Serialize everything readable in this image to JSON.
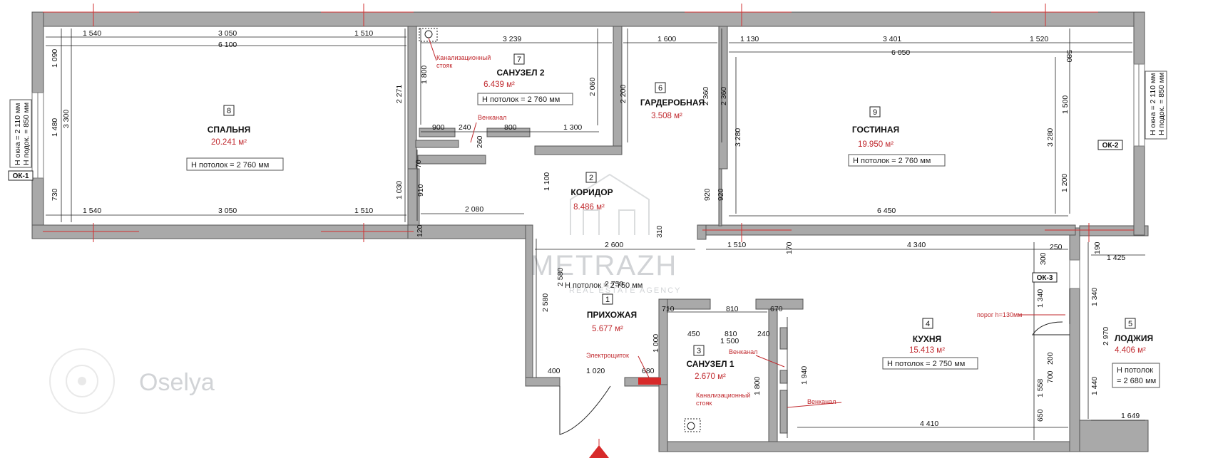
{
  "rooms": [
    {
      "number": "8",
      "name": "СПАЛЬНЯ",
      "area": "20.241 м²",
      "ceiling": "Н потолок = 2 760 мм"
    },
    {
      "number": "7",
      "name": "САНУЗЕЛ 2",
      "area": "6.439 м²",
      "ceiling": "Н потолок = 2 760 мм"
    },
    {
      "number": "6",
      "name": "ГАРДЕРОБНАЯ",
      "area": "3.508 м²"
    },
    {
      "number": "9",
      "name": "ГОСТИНАЯ",
      "area": "19.950 м²",
      "ceiling": "Н потолок = 2 760 мм"
    },
    {
      "number": "2",
      "name": "КОРИДОР",
      "area": "8.486 м²"
    },
    {
      "number": "1",
      "name": "ПРИХОЖАЯ",
      "area": "5.677 м²",
      "ceiling": "Н потолок = 2 750 мм"
    },
    {
      "number": "3",
      "name": "САНУЗЕЛ 1",
      "area": "2.670 м²"
    },
    {
      "number": "4",
      "name": "КУХНЯ",
      "area": "15.413 м²",
      "ceiling": "Н потолок = 2 750 мм"
    },
    {
      "number": "5",
      "name": "ЛОДЖИЯ",
      "area": "4.406 м²",
      "ceiling_line1": "Н потолок",
      "ceiling_line2": "= 2 680 мм"
    }
  ],
  "notes": {
    "stoyak_top_l1": "Канализационный",
    "stoyak_top_l2": "стояк",
    "venkanal_top": "Венканал",
    "venkanal_s1": "Венканал",
    "venkanal_kitchen": "Венканал",
    "stoyak_s1_l1": "Канализационный",
    "stoyak_s1_l2": "стояк",
    "elektroshitok": "Электрощиток",
    "porog": "порог h=130мм"
  },
  "windows": {
    "ok1": "ОК-1",
    "ok2": "ОК-2",
    "ok3": "ОК-3",
    "ok1_h1": "Н окна = 2 110 мм",
    "ok1_h2": "Н подок. = 850 мм",
    "ok2_h1": "Н окна = 2 110 мм",
    "ok2_h2": "Н подок. = 850 мм"
  },
  "dimensions": [
    "1 540",
    "3 050",
    "1 510",
    "6 100",
    "3 239",
    "1 600",
    "1 130",
    "3 401",
    "1 520",
    "6 050",
    "580",
    "1 090",
    "3 300",
    "1 480",
    "730",
    "1 800",
    "2 271",
    "2 060",
    "2 200",
    "2 360",
    "2 360",
    "1 500",
    "3 280",
    "3 280",
    "1 200",
    "900",
    "240",
    "800",
    "1 300",
    "260",
    "70",
    "910",
    "1 030",
    "1 100",
    "920",
    "920",
    "1 540",
    "3 050",
    "1 510",
    "2 080",
    "6 450",
    "120",
    "310",
    "2 600",
    "1 510",
    "170",
    "4 340",
    "300",
    "250",
    "190",
    "1 425",
    "2 580",
    "2 580",
    "2 750",
    "710",
    "810",
    "670",
    "450",
    "810",
    "240",
    "1 500",
    "1 000",
    "1 940",
    "1 800",
    "400",
    "1 020",
    "680",
    "1 340",
    "1 340",
    "2 970",
    "200",
    "700",
    "1 558",
    "650",
    "1 440",
    "4 410",
    "1 649"
  ],
  "watermark": {
    "brand": "METRAZH",
    "sub": "REAL ESTATE AGENCY",
    "logo2": "Oselya"
  }
}
